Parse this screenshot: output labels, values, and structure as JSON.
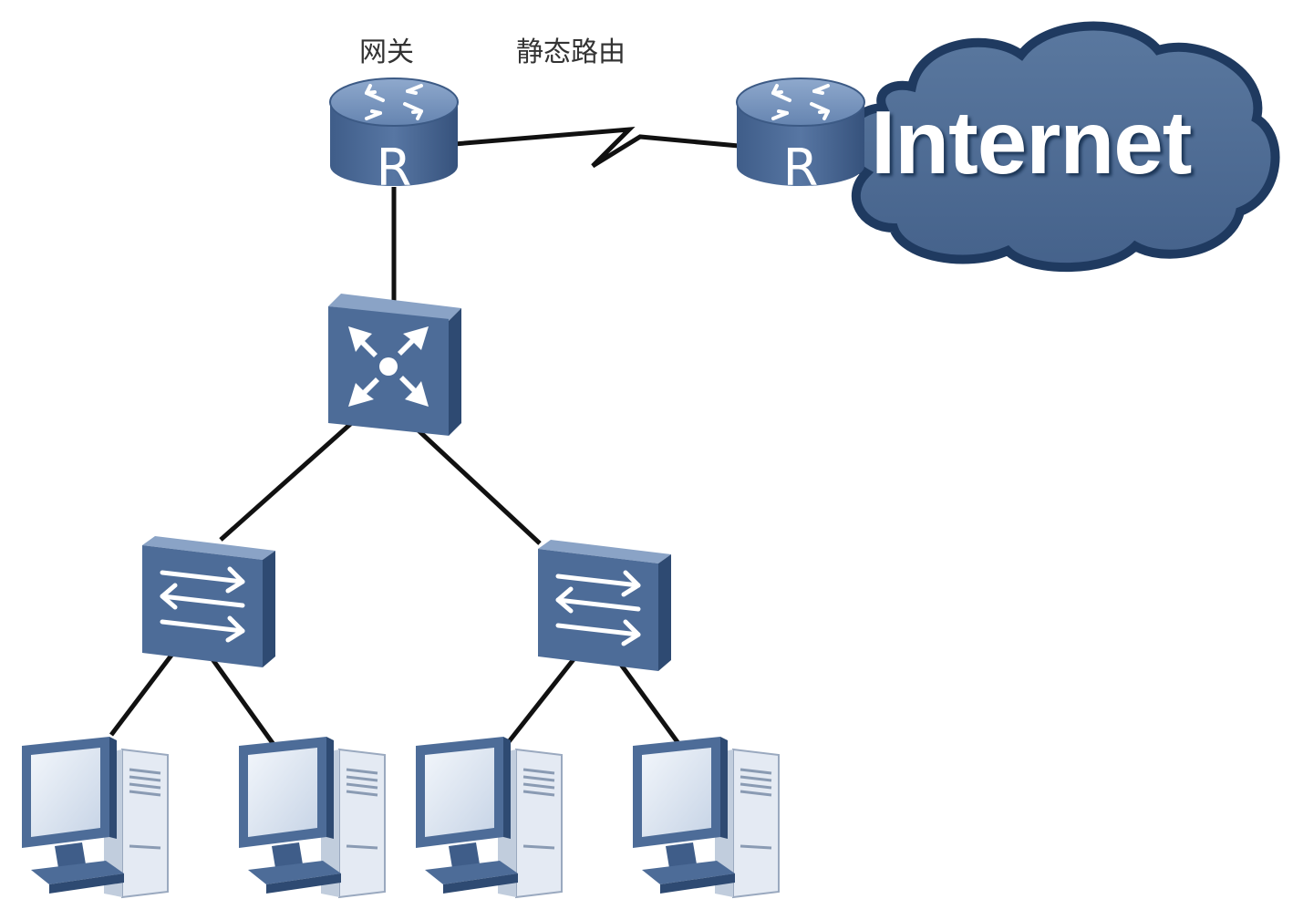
{
  "labels": {
    "gateway": "网关",
    "static_route": "静态路由"
  },
  "cloud": {
    "text": "Internet"
  },
  "router_letter": "R",
  "colors": {
    "device_front": "#4d6c98",
    "device_top": "#7f9bc2",
    "device_side": "#2f4b74",
    "cloud_fill": "#4f6d97",
    "cloud_edge": "#1f3a60",
    "line": "#111111",
    "pc_screen": "#dde6f2",
    "pc_case": "#e9eef5"
  }
}
